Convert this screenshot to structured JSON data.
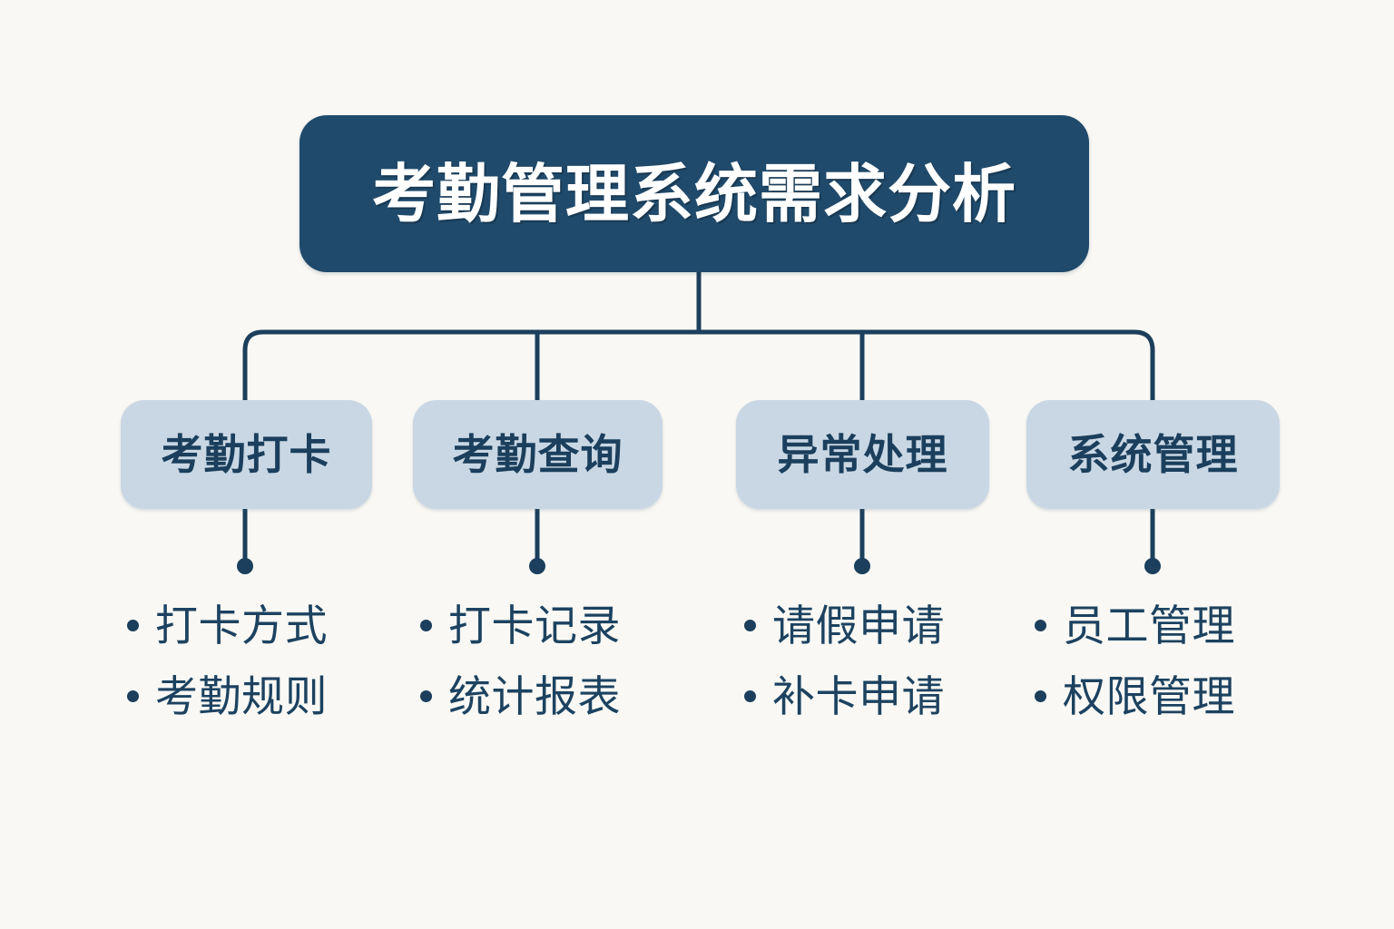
{
  "diagram": {
    "type": "hierarchy-tree",
    "background_color": "#F9F8F4",
    "root": {
      "title": "考勤管理系统需求分析",
      "box_color": "#1F4A6B",
      "text_color": "#FFFFFF"
    },
    "branch_box_color": "#C9D7E5",
    "branch_text_color": "#1B3F5C",
    "connector_color": "#1B3F5C",
    "leaf_text_color": "#1C4260",
    "branches": [
      {
        "label": "考勤打卡",
        "leaves": [
          "打卡方式",
          "考勤规则"
        ]
      },
      {
        "label": "考勤查询",
        "leaves": [
          "打卡记录",
          "统计报表"
        ]
      },
      {
        "label": "异常处理",
        "leaves": [
          "请假申请",
          "补卡申请"
        ]
      },
      {
        "label": "系统管理",
        "leaves": [
          "员工管理",
          "权限管理"
        ]
      }
    ]
  }
}
